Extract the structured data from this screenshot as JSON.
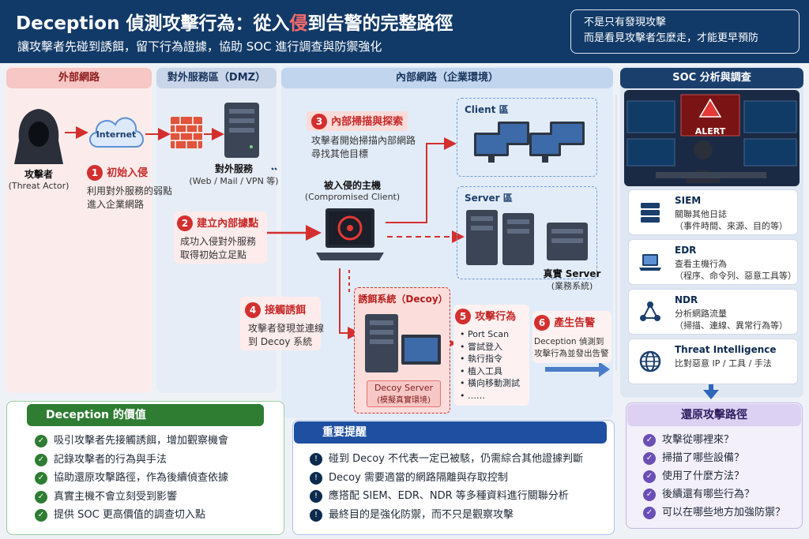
{
  "header": {
    "title_part1": "Deception 偵測攻擊行為：從入",
    "title_highlight": "侵",
    "title_part2": "到告警的完整路徑",
    "subtitle": "讓攻擊者先碰到誘餌，留下行為證據，協助 SOC 進行調查與防禦強化",
    "quote_line1": "不是只有發現攻擊",
    "quote_line2": "而是看見攻擊者怎麼走，才能更早預防"
  },
  "zones": {
    "external": "外部網路",
    "dmz": "對外服務區（DMZ）",
    "internal": "內部網路（企業環境）",
    "soc": "SOC 分析與調查"
  },
  "nodes": {
    "attacker_name": "攻擊者",
    "attacker_en": "(Threat Actor)",
    "internet": "Internet",
    "dmz_service": "對外服務",
    "dmz_service_sub": "(Web / Mail / VPN 等)",
    "compromised": "被入侵的主機",
    "compromised_en": "(Compromised Client)",
    "client_zone": "Client 區",
    "server_zone": "Server 區",
    "real_server": "真實 Server",
    "real_server_sub": "(業務系統)",
    "decoy_title": "誘餌系統（Decoy）",
    "decoy_server": "Decoy Server",
    "decoy_server_sub": "(模擬真實環境)",
    "alert": "ALERT"
  },
  "steps": [
    {
      "num": "1",
      "title": "初始入侵",
      "line1": "利用對外服務的弱點",
      "line2": "進入企業網路"
    },
    {
      "num": "2",
      "title": "建立內部據點",
      "line1": "成功入侵對外服務",
      "line2": "取得初始立足點"
    },
    {
      "num": "3",
      "title": "內部掃描與探索",
      "line1": "攻擊者開始掃描內部網路",
      "line2": "尋找其他目標"
    },
    {
      "num": "4",
      "title": "接觸誘餌",
      "line1": "攻擊者發現並連線",
      "line2": "到 Decoy 系統"
    },
    {
      "num": "5",
      "title": "攻擊行為",
      "items": [
        "Port Scan",
        "嘗試登入",
        "執行指令",
        "植入工具",
        "橫向移動測試",
        "……"
      ]
    },
    {
      "num": "6",
      "title": "產生告警",
      "line1": "Deception 偵測到",
      "line2": "攻擊行為並發出告警"
    }
  ],
  "soc_items": [
    {
      "icon": "server-stack-icon",
      "title": "SIEM",
      "line1": "關聯其他日誌",
      "line2": "（事件時間、來源、目的等）"
    },
    {
      "icon": "laptop-icon",
      "title": "EDR",
      "line1": "查看主機行為",
      "line2": "（程序、命令列、惡意工具等）"
    },
    {
      "icon": "network-nodes-icon",
      "title": "NDR",
      "line1": "分析網路流量",
      "line2": "（掃描、連線、異常行為等）"
    },
    {
      "icon": "globe-icon",
      "title": "Threat Intelligence",
      "line1": "比對惡意 IP / 工具 / 手法",
      "line2": ""
    }
  ],
  "value_box": {
    "title": "Deception 的價值",
    "items": [
      "吸引攻擊者先接觸誘餌，增加觀察機會",
      "記錄攻擊者的行為與手法",
      "協助還原攻擊路徑，作為後續偵查依據",
      "真實主機不會立刻受到影響",
      "提供 SOC 更高價值的調查切入點"
    ]
  },
  "reminder_box": {
    "title": "重要提醒",
    "items": [
      "碰到 Decoy 不代表一定已被駭，仍需綜合其他證據判斷",
      "Decoy 需要適當的網路隔離與存取控制",
      "應搭配 SIEM、EDR、NDR 等多種資料進行關聯分析",
      "最終目的是強化防禦，而不只是觀察攻擊"
    ]
  },
  "restore_box": {
    "title": "還原攻擊路徑",
    "items": [
      "攻擊從哪裡來？",
      "掃描了哪些設備？",
      "使用了什麼方法？",
      "後續還有哪些行為？",
      "可以在哪些地方加強防禦？"
    ]
  },
  "colors": {
    "header": "#123a68",
    "alert_red": "#d32f2f",
    "value_green": "#2e7d32",
    "reminder_blue": "#1e4fa0",
    "restore_purple": "#6a4fb5"
  }
}
